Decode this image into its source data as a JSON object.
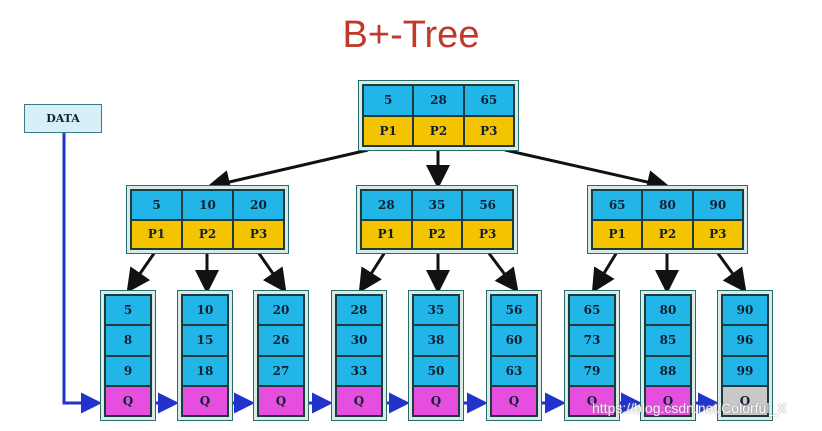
{
  "title": "B+-Tree",
  "data_label": "DATA",
  "root": {
    "keys": [
      "5",
      "28",
      "65"
    ],
    "pointers": [
      "P1",
      "P2",
      "P3"
    ]
  },
  "internal": [
    {
      "keys": [
        "5",
        "10",
        "20"
      ],
      "pointers": [
        "P1",
        "P2",
        "P3"
      ]
    },
    {
      "keys": [
        "28",
        "35",
        "56"
      ],
      "pointers": [
        "P1",
        "P2",
        "P3"
      ]
    },
    {
      "keys": [
        "65",
        "80",
        "90"
      ],
      "pointers": [
        "P1",
        "P2",
        "P3"
      ]
    }
  ],
  "leaves": [
    {
      "keys": [
        "5",
        "8",
        "9"
      ],
      "q": "Q"
    },
    {
      "keys": [
        "10",
        "15",
        "18"
      ],
      "q": "Q"
    },
    {
      "keys": [
        "20",
        "26",
        "27"
      ],
      "q": "Q"
    },
    {
      "keys": [
        "28",
        "30",
        "33"
      ],
      "q": "Q"
    },
    {
      "keys": [
        "35",
        "38",
        "50"
      ],
      "q": "Q"
    },
    {
      "keys": [
        "56",
        "60",
        "63"
      ],
      "q": "Q"
    },
    {
      "keys": [
        "65",
        "73",
        "79"
      ],
      "q": "Q"
    },
    {
      "keys": [
        "80",
        "85",
        "88"
      ],
      "q": "Q"
    },
    {
      "keys": [
        "90",
        "96",
        "99"
      ],
      "q": "Q"
    }
  ],
  "watermark": "https://blog.csdn.net/Colorful_X",
  "colors": {
    "key": "#22b5e8",
    "pointer": "#f5c400",
    "q": "#e64ee0",
    "title": "#c0392b",
    "link": "#2233cc"
  }
}
